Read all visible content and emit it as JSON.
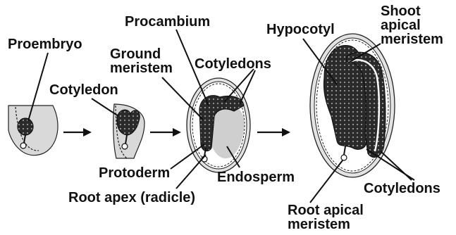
{
  "diagram": {
    "labels": {
      "proembryo": "Proembryo",
      "cotyledon": "Cotyledon",
      "procambium": "Procambium",
      "ground_meristem": "Ground\nmeristem",
      "cotyledons_stage3": "Cotyledons",
      "protoderm": "Protoderm",
      "endosperm": "Endosperm",
      "root_apex": "Root apex (radicle)",
      "hypocotyl": "Hypocotyl",
      "shoot_apical_meristem": "Shoot\napical\nmeristem",
      "cotyledons_stage4": "Cotyledons",
      "root_apical_meristem": "Root apical\nmeristem"
    },
    "colors": {
      "text": "#111111",
      "leader_line": "#111111",
      "seed_coat": "#d9d9d9",
      "endosperm": "#cfcfcf",
      "embryo_tissue": "#2a2a2a",
      "cell_dots": "#9a9a9a",
      "background": "#ffffff"
    },
    "stages": [
      "proembryo-stage",
      "globular-stage",
      "torpedo-stage",
      "mature-embryo-stage"
    ]
  }
}
